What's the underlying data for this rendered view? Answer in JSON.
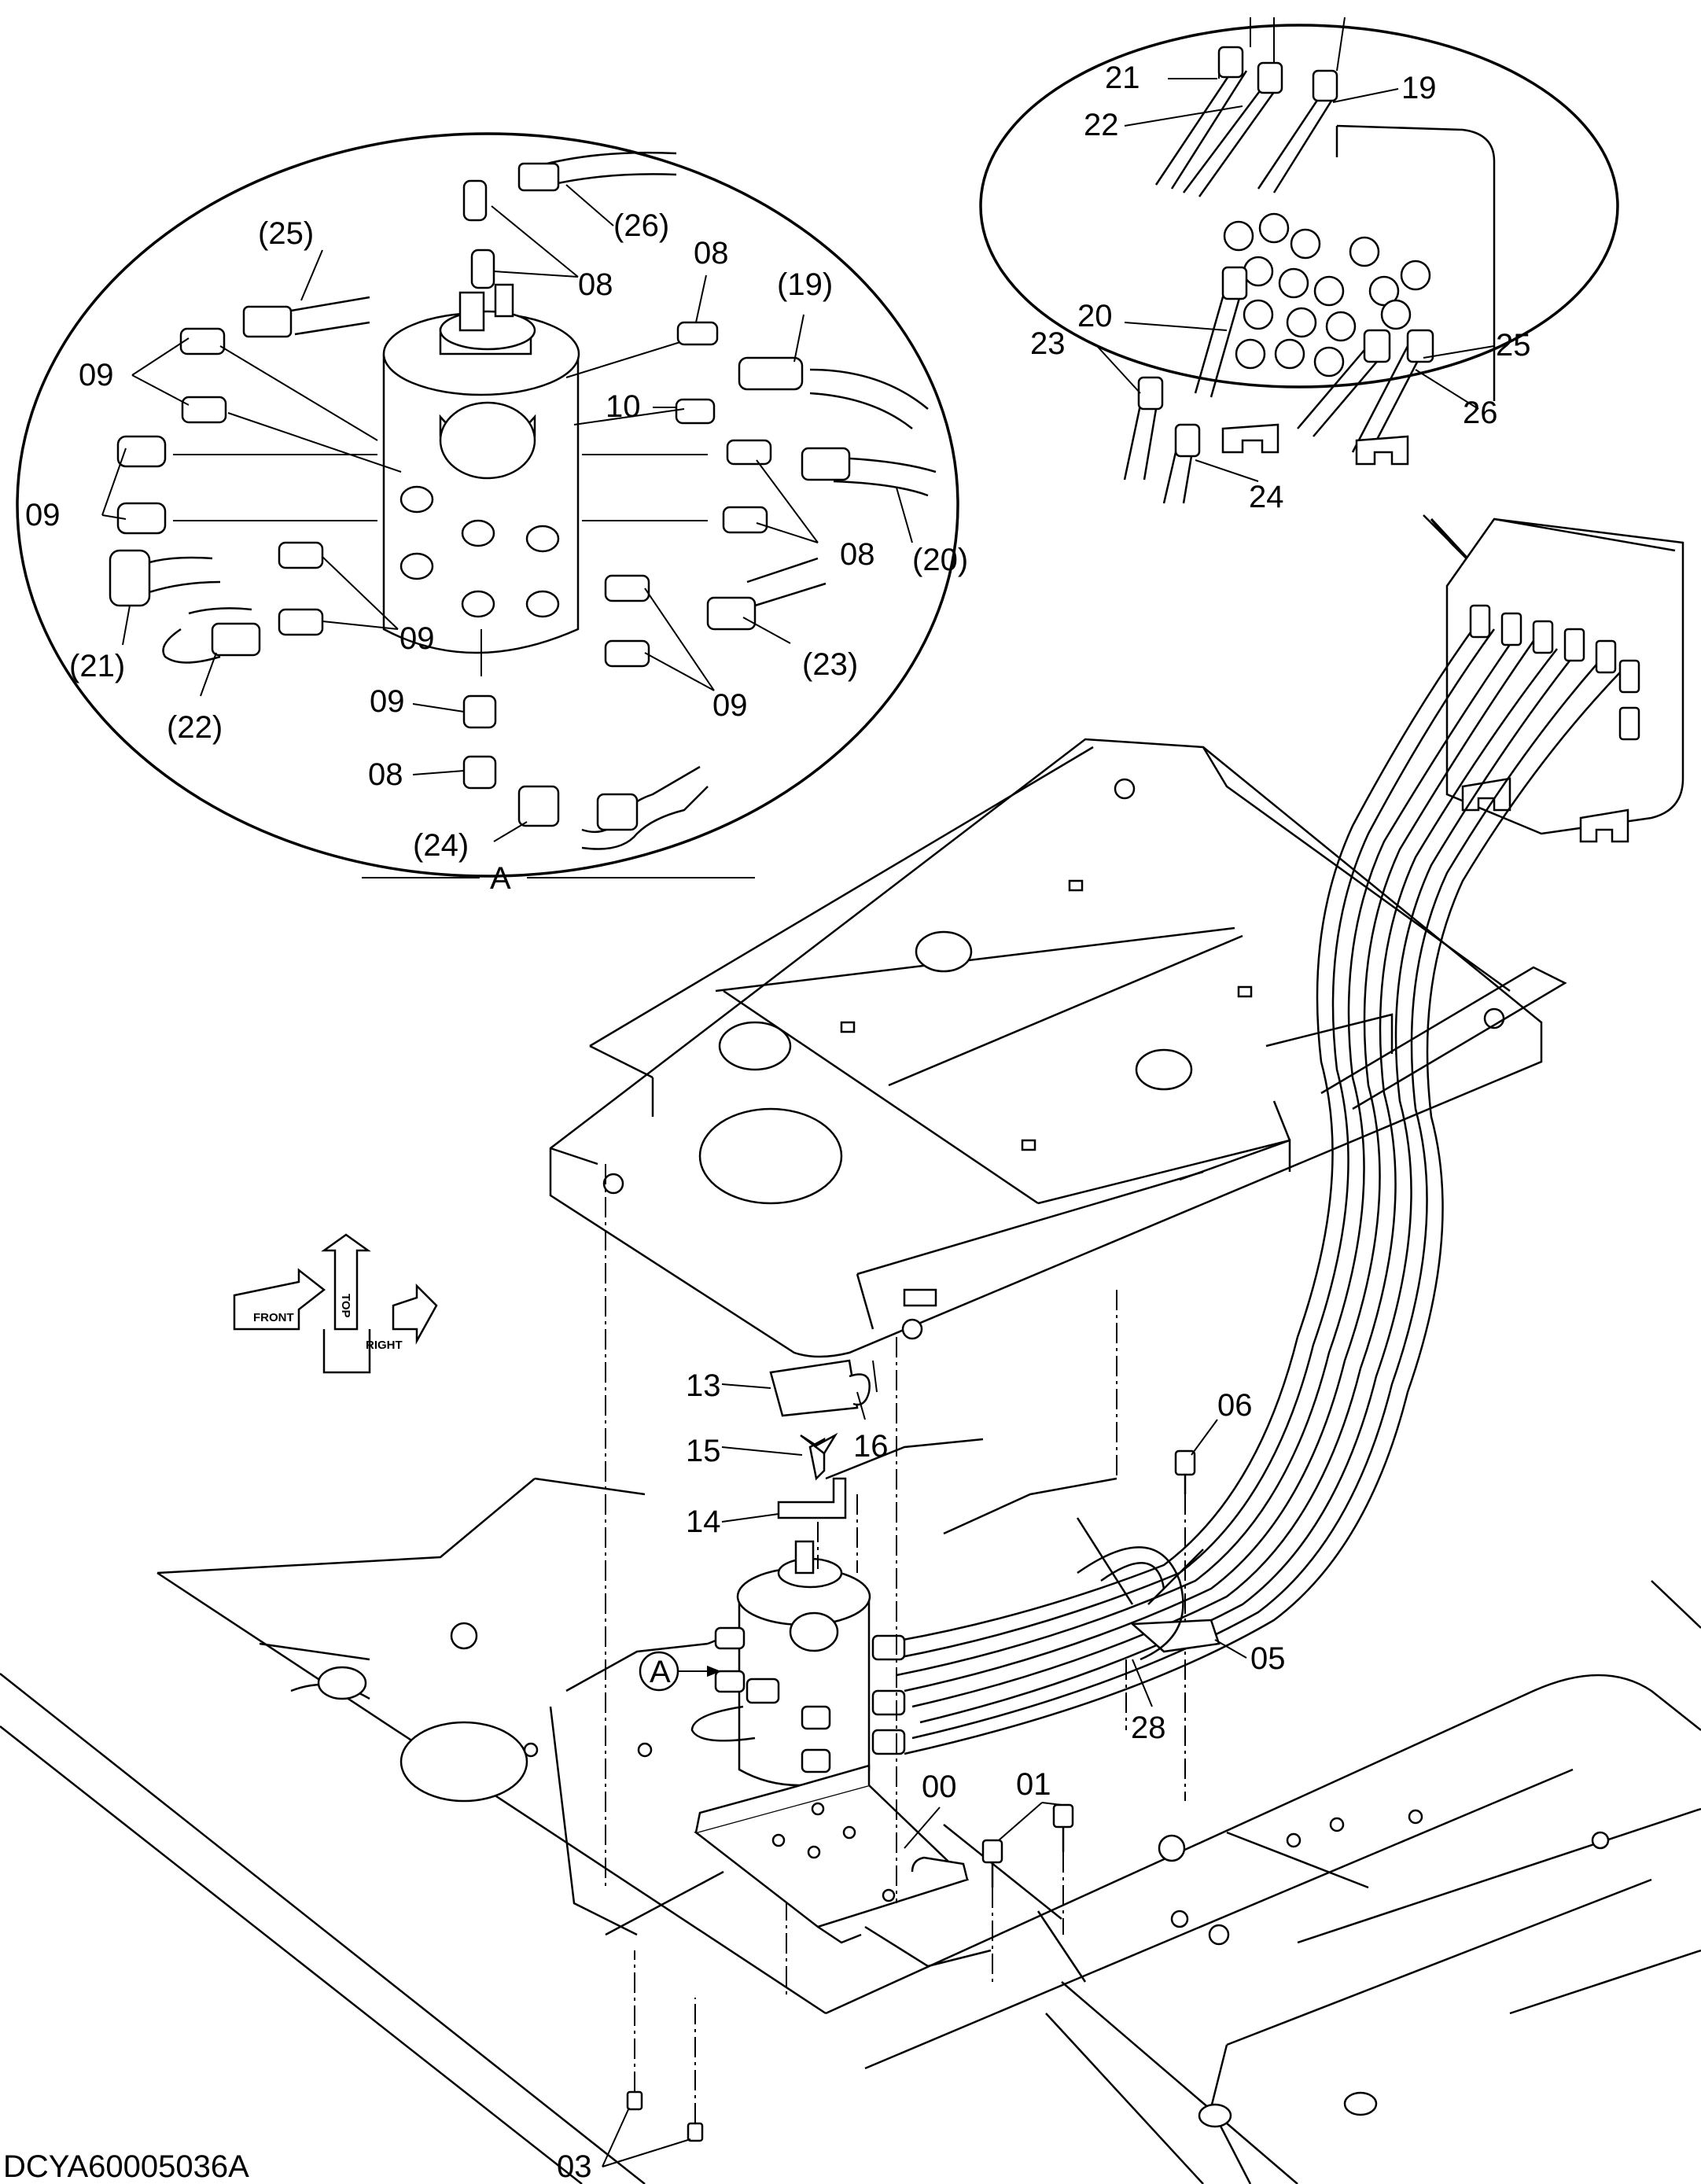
{
  "drawing_code": "DCYA60005036A",
  "view_a": {
    "section_label": "A",
    "labels": [
      "(25)",
      "(26)",
      "08",
      "08",
      "(19)",
      "09",
      "10",
      "09",
      "08",
      "(20)",
      "(21)",
      "09",
      "(22)",
      "(23)",
      "09",
      "09",
      "08",
      "(24)"
    ]
  },
  "hose_detail": {
    "labels": [
      "21",
      "22",
      "19",
      "20",
      "25",
      "23",
      "26",
      "24"
    ]
  },
  "main": {
    "labels": [
      "13",
      "16",
      "15",
      "14",
      "06",
      "05",
      "28",
      "00",
      "01",
      "03"
    ],
    "callout_a": "A"
  },
  "orientation": {
    "front": "FRONT",
    "top": "TOP",
    "right": "RIGHT"
  }
}
